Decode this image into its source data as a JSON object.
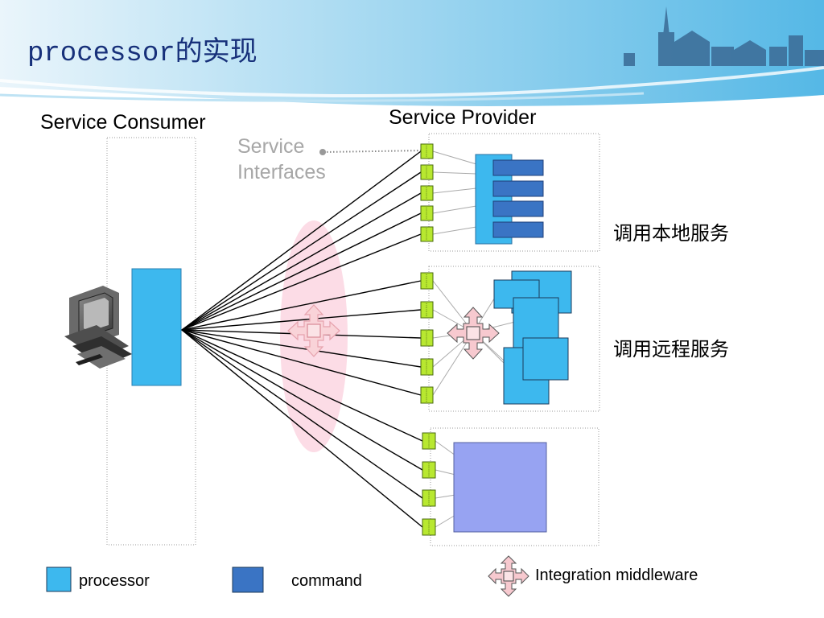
{
  "slide": {
    "title": "processor的实现",
    "service_consumer_label": "Service Consumer",
    "service_provider_label": "Service Provider",
    "service_interfaces_label_line1": "Service",
    "service_interfaces_label_line2": "Interfaces",
    "local_service_label": "调用本地服务",
    "remote_service_label": "调用远程服务"
  },
  "legend": {
    "processor_label": "processor",
    "command_label": "command",
    "middleware_label": "Integration middleware"
  },
  "colors": {
    "processor": "#3db8ee",
    "command": "#3a74c4",
    "interface_port": "#b8e830",
    "local_component": "#97a3f2",
    "middleware_ellipse": "#fcdce6",
    "middleware_icon": "#f7c9cf",
    "title": "#17307a"
  },
  "icons": {
    "computer": "desktop-computer-icon",
    "middleware": "four-way-arrow-icon"
  }
}
